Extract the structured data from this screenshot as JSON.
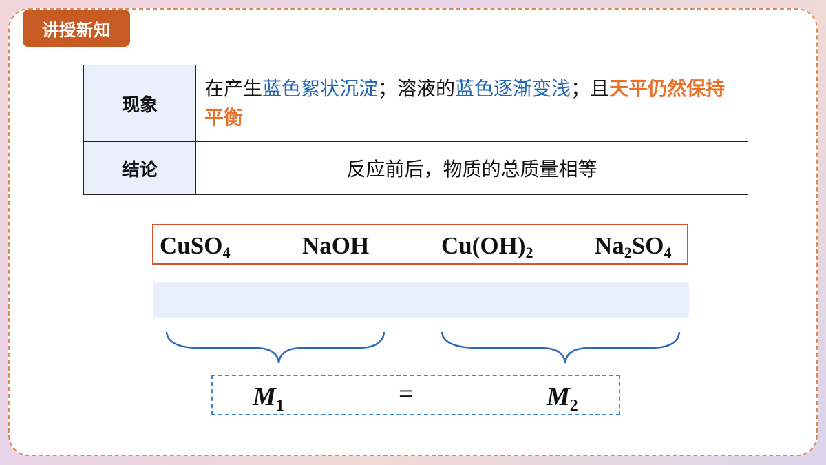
{
  "badge": "讲授新知",
  "table": {
    "row1": {
      "header": "现象",
      "parts": [
        {
          "text": "在产生",
          "style": "plain"
        },
        {
          "text": "蓝色絮状沉淀",
          "style": "blue"
        },
        {
          "text": "；溶液的",
          "style": "plain"
        },
        {
          "text": "蓝色逐渐变浅",
          "style": "blue"
        },
        {
          "text": "；且",
          "style": "plain"
        },
        {
          "text": "天平仍然保持平衡",
          "style": "orange"
        }
      ]
    },
    "row2": {
      "header": "结论",
      "text": "反应前后，物质的总质量相等"
    }
  },
  "formula": {
    "f1": {
      "base": "CuSO",
      "sub": "4",
      "tail": ""
    },
    "f2": {
      "base": "NaOH",
      "sub": "",
      "tail": ""
    },
    "f3": {
      "base": "Cu(OH)",
      "sub": "2",
      "tail": ""
    },
    "f4": {
      "base": "Na",
      "sub": "2",
      "tail": "SO",
      "sub2": "4"
    }
  },
  "mass": {
    "m1": "M",
    "m1_sub": "1",
    "eq": "=",
    "m2": "M",
    "m2_sub": "2"
  },
  "colors": {
    "badge": "#c85a23",
    "blue_text": "#2166b5",
    "orange_text": "#e8722b",
    "formula_border": "#d9532f",
    "mass_border": "#3a88c6",
    "brace": "#2f6bb5"
  }
}
